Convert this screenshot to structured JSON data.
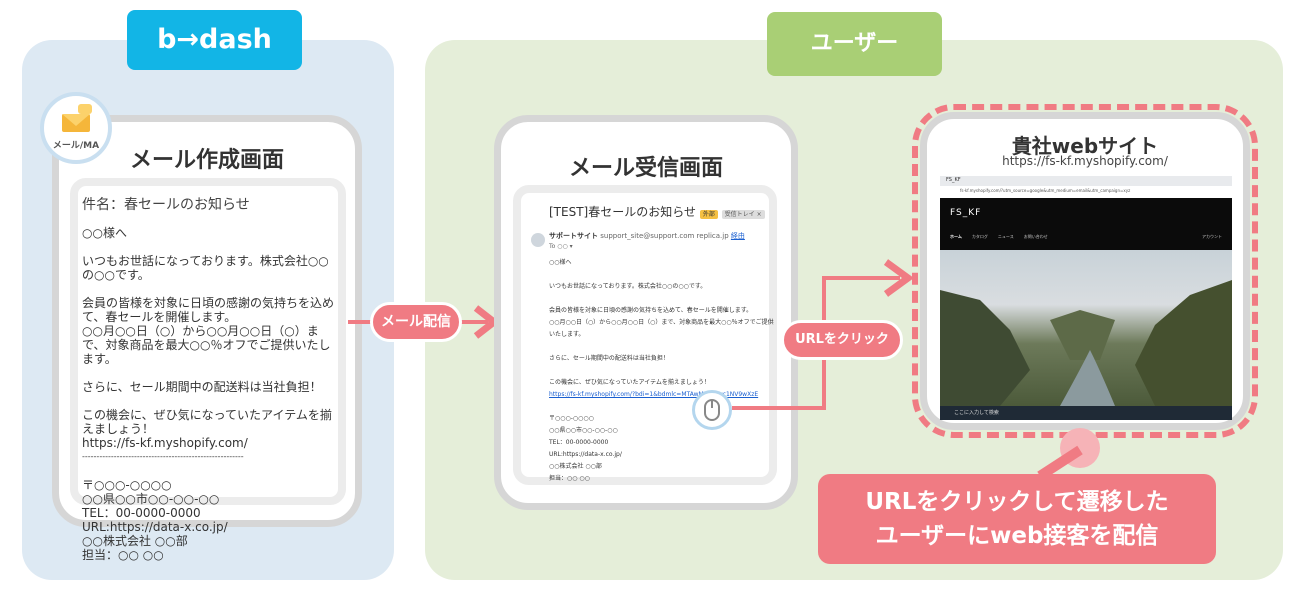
{
  "tags": {
    "bdash": "b→dash",
    "user": "ユーザー"
  },
  "icon_label": "メール/MA",
  "compose": {
    "title": "メール作成画面",
    "subject": "件名：春セールのお知らせ",
    "lines": [
      "○○様へ",
      "",
      "いつもお世話になっております。株式会社○○の○○です。",
      "",
      "会員の皆様を対象に日頃の感謝の気持ちを込めて、春セールを開催します。",
      "○○月○○日（○）から○○月○○日（○）まで、対象商品を最大○○％オフでご提供いたします。",
      "",
      "さらに、セール期間中の配送料は当社負担！",
      "",
      "この機会に、ぜひ気になっていたアイテムを揃えましょう！",
      "https://fs-kf.myshopify.com/",
      "--------------------------------------------------------",
      "",
      "〒○○○-○○○○",
      "○○県○○市○○-○○-○○",
      "TEL：00-0000-0000",
      "URL:https://data-x.co.jp/",
      "○○株式会社 ○○部",
      "担当：○○ ○○"
    ]
  },
  "arrows": {
    "send": "メール配信",
    "click": "URLをクリック"
  },
  "receive": {
    "title": "メール受信画面",
    "subject": "[TEST]春セールのお知らせ",
    "badge_external": "外部",
    "badge_inbox": "受信トレイ ×",
    "sender": "サポートサイト",
    "sender_email": "support_site@support.com",
    "via": "replica.jp",
    "via_link": "経由",
    "to": "To ○○ ▾",
    "lines": [
      "○○様へ",
      "",
      "いつもお世話になっております。株式会社○○の○○です。",
      "",
      "会員の皆様を対象に日頃の感謝の気持ちを込めて、春セールを開催します。",
      "○○月○○日（○）から○○月○○日（○）まで、対象商品を最大○○％オフでご提供いたします。",
      "",
      "さらに、セール期間中の配送料は当社負担！",
      "",
      "この機会に、ぜひ気になっていたアイテムを揃えましょう！",
      "https://fs-kf.myshopify.com/?bdi=1&bdmlc=MTAwMDc0Xzc1NV9wXzE",
      "",
      "〒○○○-○○○○",
      "○○県○○市○○-○○-○○",
      "TEL：00-0000-0000",
      "URL:https://data-x.co.jp/",
      "○○株式会社 ○○部",
      "担当：○○ ○○"
    ]
  },
  "site": {
    "title": "貴社webサイト",
    "url": "https://fs-kf.myshopify.com/",
    "browser_tab": "FS_KF",
    "address": "fs-kf.myshopify.com/?utm_source=google&utm_medium=email&utm_campaign=xyz",
    "brand": "FS_KF",
    "nav": [
      "ホーム",
      "カタログ",
      "ニュース",
      "お問い合わせ"
    ],
    "nav_right": "アカウント",
    "taskbar_search": "ここに入力して検索"
  },
  "callout": {
    "line1": "URLをクリックして遷移した",
    "line2": "ユーザーにweb接客を配信"
  },
  "colors": {
    "bdash": "#12b5e6",
    "user": "#a9cf75",
    "accent": "#f07b83"
  }
}
